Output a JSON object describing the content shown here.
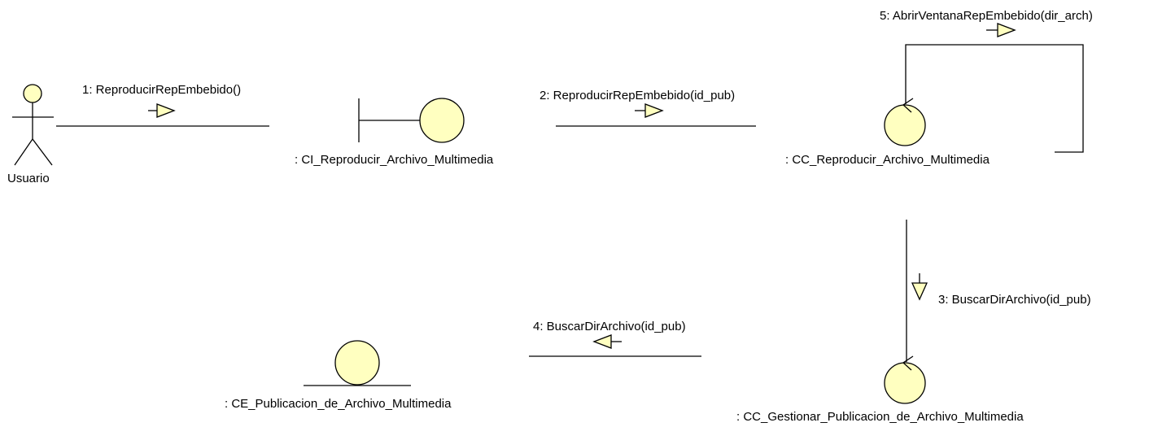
{
  "colors": {
    "element_fill": "#ffffc0",
    "line": "#000000",
    "background": "#ffffff"
  },
  "actor": {
    "name": "Usuario",
    "icon": "actor-stick-figure-icon"
  },
  "objects": {
    "boundary": {
      "name": ": CI_Reproducir_Archivo_Multimedia",
      "icon": "boundary-icon"
    },
    "control_reproducir": {
      "name": ": CC_Reproducir_Archivo_Multimedia",
      "icon": "control-icon"
    },
    "control_gestionar": {
      "name": ": CC_Gestionar_Publicacion_de_Archivo_Multimedia",
      "icon": "control-icon"
    },
    "entity": {
      "name": ": CE_Publicacion_de_Archivo_Multimedia",
      "icon": "entity-icon"
    }
  },
  "messages": {
    "m1": {
      "label": "1: ReproducirRepEmbebido()",
      "direction": "right"
    },
    "m2": {
      "label": "2: ReproducirRepEmbebido(id_pub)",
      "direction": "right"
    },
    "m3": {
      "label": "3: BuscarDirArchivo(id_pub)",
      "direction": "down"
    },
    "m4": {
      "label": "4: BuscarDirArchivo(id_pub)",
      "direction": "left"
    },
    "m5": {
      "label": "5: AbrirVentanaRepEmbebido(dir_arch)",
      "direction": "right"
    }
  }
}
